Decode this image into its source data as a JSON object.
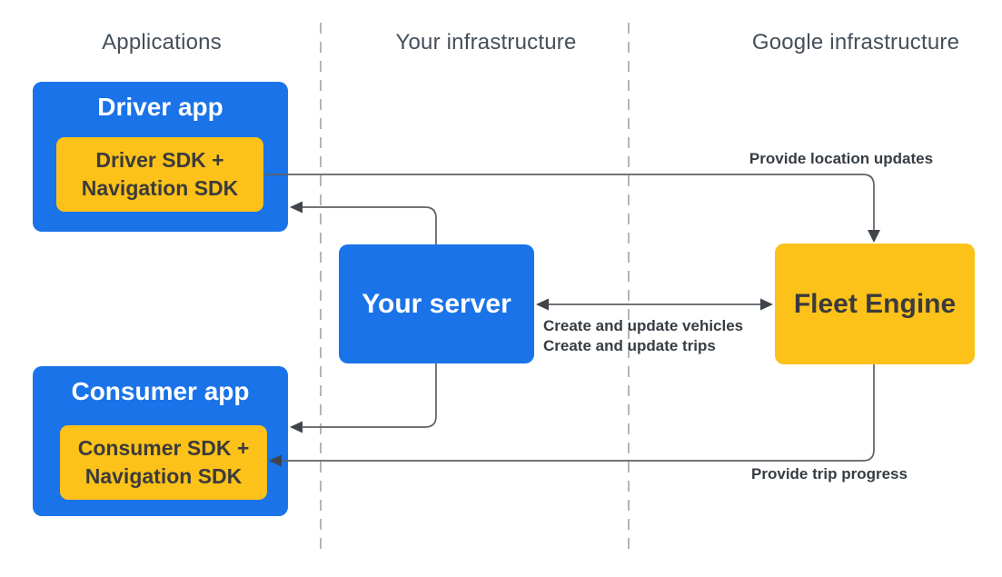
{
  "diagram": {
    "columns": [
      {
        "label": "Applications"
      },
      {
        "label": "Your infrastructure"
      },
      {
        "label": "Google infrastructure"
      }
    ],
    "nodes": {
      "driver_app": {
        "title": "Driver app",
        "sdk": {
          "line1": "Driver SDK +",
          "line2": "Navigation SDK"
        }
      },
      "your_server": {
        "title": "Your server"
      },
      "fleet_engine": {
        "title": "Fleet Engine"
      },
      "consumer_app": {
        "title": "Consumer app",
        "sdk": {
          "line1": "Consumer SDK +",
          "line2": "Navigation SDK"
        }
      }
    },
    "edges": {
      "driver_to_fleet": {
        "label": "Provide location updates"
      },
      "server_fleet_sync": {
        "label_line1": "Create and update vehicles",
        "label_line2": "Create and update trips"
      },
      "fleet_to_consumer": {
        "label": "Provide trip progress"
      }
    },
    "colors": {
      "node_blue": "#1a73e8",
      "node_yellow": "#fcc219",
      "text_on_blue": "#ffffff",
      "text_on_yellow": "#3b3b3b",
      "heading_text": "#454f59",
      "edge_label_text": "#363d43",
      "connector_line": "#5b6065",
      "arrowhead": "#3f454b",
      "divider_gray": "#a3a3a3",
      "background": "#ffffff"
    }
  }
}
